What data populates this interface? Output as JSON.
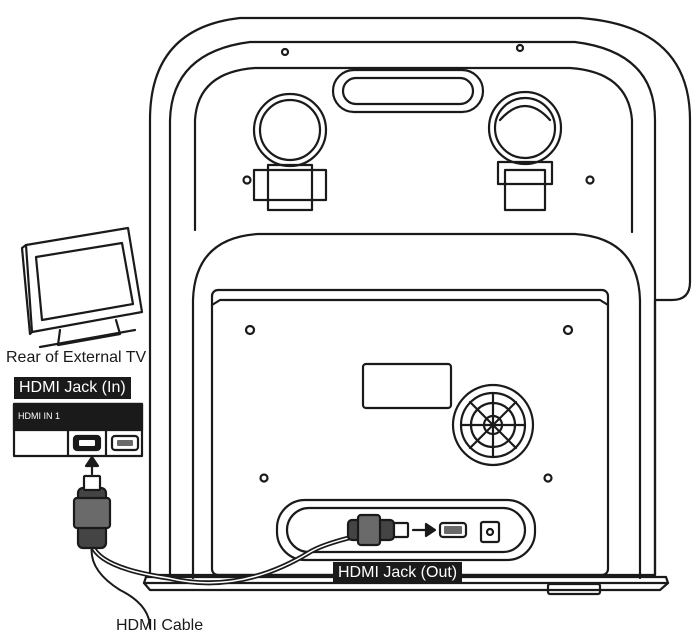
{
  "labels": {
    "tv_rear": "Rear of External TV",
    "hdmi_in": "HDMI Jack (In)",
    "tv_port": "HDMI IN 1",
    "hdmi_out": "HDMI Jack (Out)",
    "cable": "HDMI Cable"
  },
  "colors": {
    "line": "#1a1a1a",
    "badge_bg": "#1a1a1a",
    "badge_text": "#ffffff",
    "panel_fill": "#ffffff",
    "port_fill": "#6a6a6a",
    "cable_fill": "#444444"
  }
}
